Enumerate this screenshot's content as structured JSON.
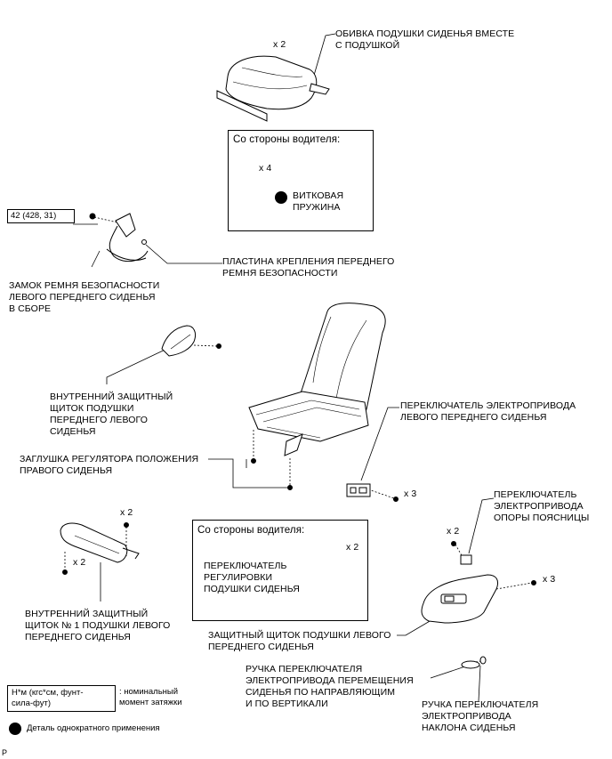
{
  "labels": {
    "cushion_cover": "ОБИВКА ПОДУШКИ СИДЕНЬЯ ВМЕСТЕ\nС ПОДУШКОЙ",
    "cushion_cover_qty": "x 2",
    "driver_side_1_title": "Со стороны водителя:",
    "spring_qty": "x 4",
    "spring": "ВИТКОВАЯ\nПРУЖИНА",
    "torque_value": "42 (428, 31)",
    "belt_plate": "ПЛАСТИНА КРЕПЛЕНИЯ ПЕРЕДНЕГО\nРЕМНЯ БЕЗОПАСНОСТИ",
    "belt_buckle": "ЗАМОК РЕМНЯ БЕЗОПАСНОСТИ\nЛЕВОГО ПЕРЕДНЕГО СИДЕНЬЯ\nВ СБОРЕ",
    "inner_shield": "ВНУТРЕННИЙ ЗАЩИТНЫЙ\nЩИТОК ПОДУШКИ\nПЕРЕДНЕГО ЛЕВОГО\nСИДЕНЬЯ",
    "power_switch": "ПЕРЕКЛЮЧАТЕЛЬ ЭЛЕКТРОПРИВОДА\nЛЕВОГО ПЕРЕДНЕГО СИДЕНЬЯ",
    "adjuster_cap": "ЗАГЛУШКА РЕГУЛЯТОРА ПОЛОЖЕНИЯ\nПРАВОГО СИДЕНЬЯ",
    "switch_qty": "x 3",
    "lumbar_switch": "ПЕРЕКЛЮЧАТЕЛЬ\nЭЛЕКТРОПРИВОДА\nОПОРЫ ПОЯСНИЦЫ",
    "lumbar_qty": "x 2",
    "shield1_qty_top": "x 2",
    "shield1_qty_left": "x 2",
    "inner_shield_1": "ВНУТРЕННИЙ ЗАЩИТНЫЙ\nЩИТОК № 1 ПОДУШКИ ЛЕВОГО\nПЕРЕДНЕГО СИДЕНЬЯ",
    "driver_side_2_title": "Со стороны водителя:",
    "cushion_switch_qty": "x 2",
    "cushion_switch": "ПЕРЕКЛЮЧАТЕЛЬ\nРЕГУЛИРОВКИ\nПОДУШКИ СИДЕНЬЯ",
    "outer_shield_qty": "x 3",
    "outer_shield": "ЗАЩИТНЫЙ ЩИТОК ПОДУШКИ ЛЕВОГО\nПЕРЕДНЕГО СИДЕНЬЯ",
    "slide_knob": "РУЧКА ПЕРЕКЛЮЧАТЕЛЯ\nЭЛЕКТРОПРИВОДА ПЕРЕМЕЩЕНИЯ\nСИДЕНЬЯ ПО НАПРАВЛЯЮЩИМ\nИ ПО ВЕРТИКАЛИ",
    "recline_knob": "РУЧКА ПЕРЕКЛЮЧАТЕЛЯ\nЭЛЕКТРОПРИВОДА\nНАКЛОНА СИДЕНЬЯ"
  },
  "legend": {
    "torque_units": "Н*м (кгс*см, фунт-\nсила-фут)",
    "torque_desc": ": номинальный\nмомент затяжки",
    "single_use": "Деталь однократного применения"
  },
  "corner_mark": "P"
}
